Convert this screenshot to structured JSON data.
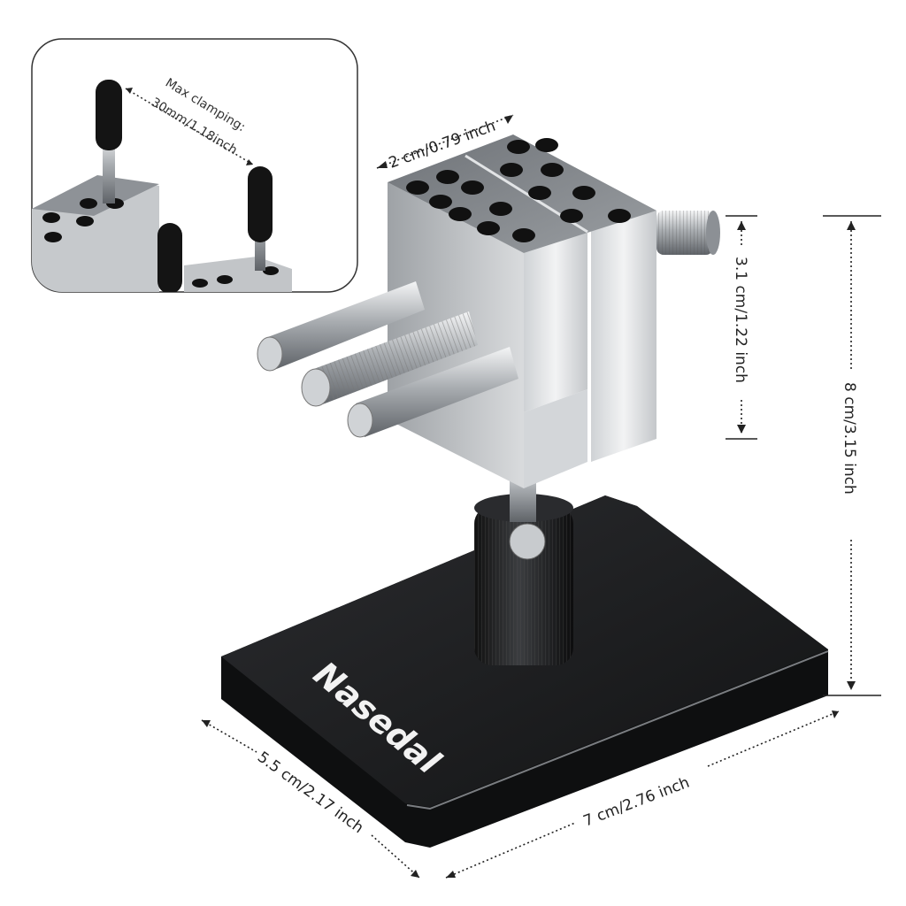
{
  "inset": {
    "caption_line1": "Max clamping:",
    "caption_line2": "30mm/1.18inch"
  },
  "dimensions": {
    "top_width": "2 cm/0.79 inch",
    "clamp_height": "3.1 cm/1.22 inch",
    "total_height": "8 cm/3.15 inch",
    "base_depth": "5.5 cm/2.17 inch",
    "base_width": "7 cm/2.76 inch"
  },
  "brand": {
    "name": "Nasedal"
  },
  "colors": {
    "metal_light": "#e6e7e9",
    "metal_mid": "#b8bbbf",
    "metal_dark": "#7d8186",
    "base_black": "#1c1d1f",
    "dimension_line": "#222222"
  }
}
